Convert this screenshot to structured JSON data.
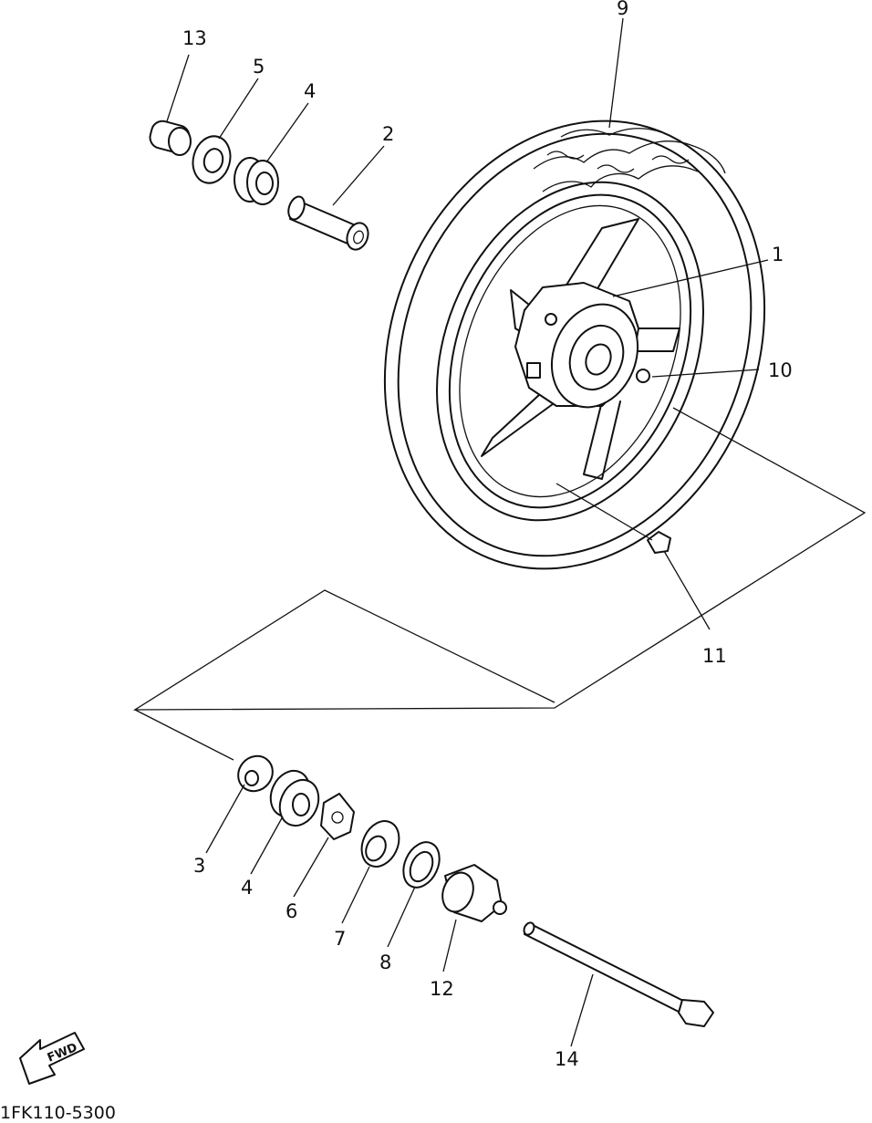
{
  "diagram": {
    "part_code": "1FK110-5300",
    "direction_label": "FWD",
    "callouts": {
      "c1": "1",
      "c2": "2",
      "c3": "3",
      "c4a": "4",
      "c4b": "4",
      "c5": "5",
      "c6": "6",
      "c7": "7",
      "c8": "8",
      "c9": "9",
      "c10": "10",
      "c11": "11",
      "c12": "12",
      "c13": "13",
      "c14": "14"
    }
  }
}
